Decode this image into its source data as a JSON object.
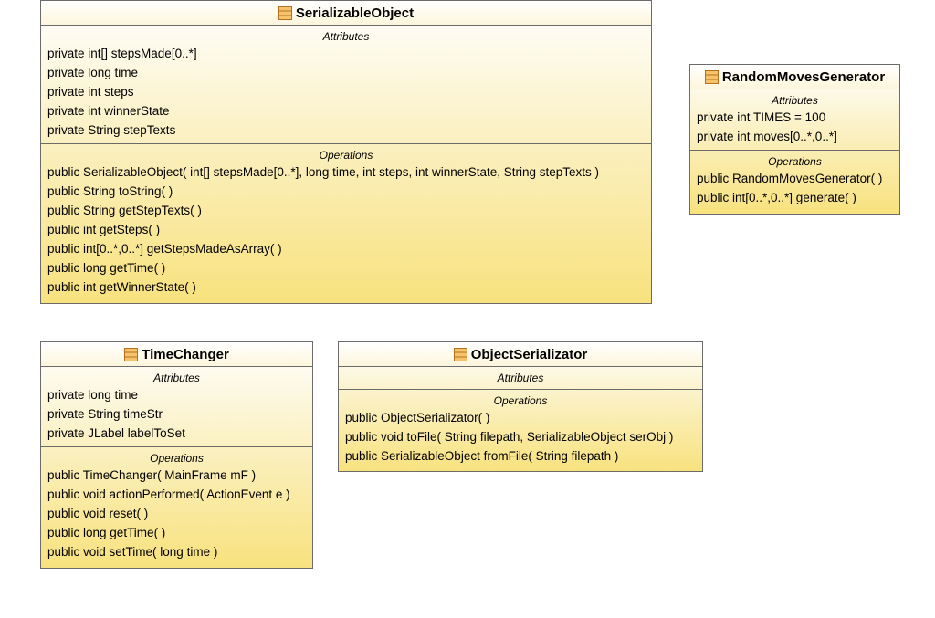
{
  "diagram": {
    "classes": [
      {
        "id": "serializable-object",
        "name": "SerializableObject",
        "attributes_title": "Attributes",
        "attributes": [
          "private int[] stepsMade[0..*]",
          "private long time",
          "private int steps",
          "private int winnerState",
          "private String stepTexts"
        ],
        "operations_title": "Operations",
        "operations": [
          "public SerializableObject( int[] stepsMade[0..*], long time, int steps, int winnerState, String stepTexts )",
          "public String  toString(  )",
          "public String  getStepTexts(  )",
          "public int  getSteps(  )",
          "public int[0..*,0..*]  getStepsMadeAsArray(  )",
          "public long  getTime(  )",
          "public int  getWinnerState(  )"
        ]
      },
      {
        "id": "random-moves-generator",
        "name": "RandomMovesGenerator",
        "attributes_title": "Attributes",
        "attributes": [
          "private int TIMES = 100",
          "private int moves[0..*,0..*]"
        ],
        "operations_title": "Operations",
        "operations": [
          "public RandomMovesGenerator(  )",
          "public int[0..*,0..*]  generate(  )"
        ]
      },
      {
        "id": "time-changer",
        "name": "TimeChanger",
        "attributes_title": "Attributes",
        "attributes": [
          "private long time",
          "private String timeStr",
          "private JLabel labelToSet"
        ],
        "operations_title": "Operations",
        "operations": [
          "public TimeChanger( MainFrame mF )",
          "public void  actionPerformed( ActionEvent e )",
          "public void  reset(  )",
          "public long  getTime(  )",
          "public void  setTime( long time )"
        ]
      },
      {
        "id": "object-serializator",
        "name": "ObjectSerializator",
        "attributes_title": "Attributes",
        "attributes": [],
        "operations_title": "Operations",
        "operations": [
          "public ObjectSerializator(  )",
          "public void  toFile( String filepath, SerializableObject serObj )",
          "public SerializableObject  fromFile( String filepath )"
        ]
      }
    ],
    "colors": {
      "border": "#6b6b6b",
      "fill_top": "#ffffff",
      "fill_bottom": "#f8e27e",
      "icon": "#e8a33a"
    }
  }
}
